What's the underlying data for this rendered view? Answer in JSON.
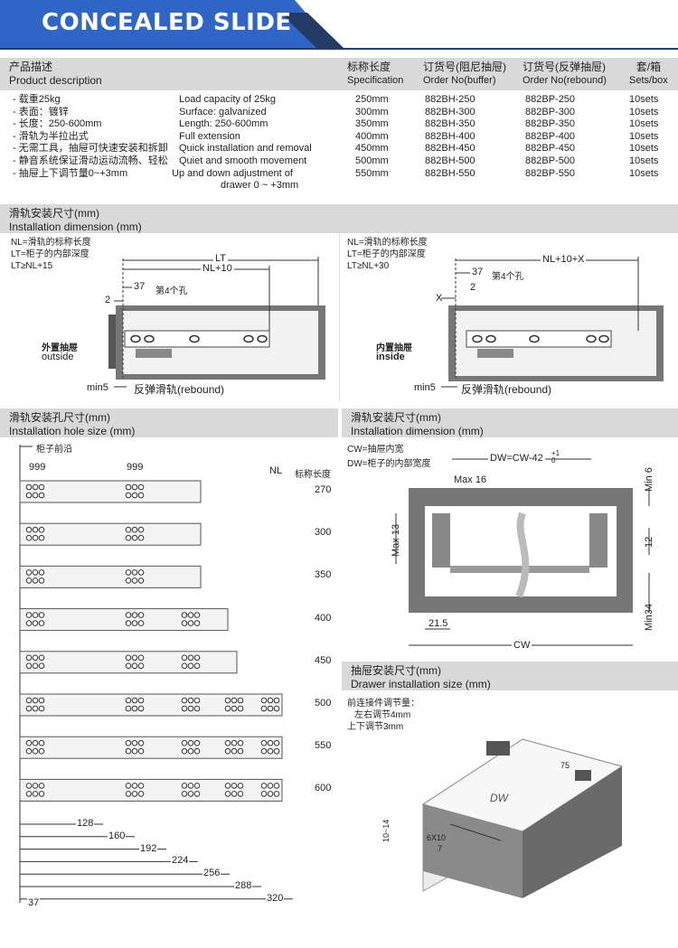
{
  "header": {
    "title": "CONCEALED SLIDE"
  },
  "spec": {
    "desc_cn": "产品描述",
    "desc_en": "Product description",
    "col_spec_cn": "标称长度",
    "col_spec_en": "Specification",
    "col_buf_cn": "订货号(阻尼抽屉)",
    "col_buf_en": "Order No(buffer)",
    "col_reb_cn": "订货号(反弹抽屉)",
    "col_reb_en": "Order No(rebound)",
    "col_sets_cn": "套/箱",
    "col_sets_en": "Sets/box",
    "features_cn": [
      "- 载重25kg",
      "- 表面：镀锌",
      "- 长度：250-600mm",
      "- 滑轨为半拉出式",
      "- 无需工具，抽屉可快速安装和拆卸",
      "- 静音系统保证滑动运动流畅、轻松",
      "- 抽屉上下调节量0~+3mm"
    ],
    "features_en": [
      "Load capacity of 25kg",
      "Surface: galvanized",
      "Length: 250-600mm",
      "Full extension",
      "Quick installation and removal",
      "Quiet and smooth movement",
      "Up and down adjustment of",
      "drawer 0 ~ +3mm"
    ],
    "rows": [
      {
        "spec": "250mm",
        "buf": "882BH-250",
        "reb": "882BP-250",
        "sets": "10sets"
      },
      {
        "spec": "300mm",
        "buf": "882BH-300",
        "reb": "882BP-300",
        "sets": "10sets"
      },
      {
        "spec": "350mm",
        "buf": "882BH-350",
        "reb": "882BP-350",
        "sets": "10sets"
      },
      {
        "spec": "400mm",
        "buf": "882BH-400",
        "reb": "882BP-400",
        "sets": "10sets"
      },
      {
        "spec": "450mm",
        "buf": "882BH-450",
        "reb": "882BP-450",
        "sets": "10sets"
      },
      {
        "spec": "500mm",
        "buf": "882BH-500",
        "reb": "882BP-500",
        "sets": "10sets"
      },
      {
        "spec": "550mm",
        "buf": "882BH-550",
        "reb": "882BP-550",
        "sets": "10sets"
      }
    ]
  },
  "install": {
    "title_cn": "滑轨安装尺寸(mm)",
    "title_en": "Installation dimension (mm)",
    "left": {
      "legend": [
        "NL=滑轨的标称长度",
        "LT=柜子的内部深度",
        "LT≥NL+15"
      ],
      "lt": "LT",
      "nl": "NL+10",
      "d37": "37",
      "hole": "第4个孔",
      "d2": "2",
      "label_cn": "外置抽屉",
      "label_en": "outside",
      "min": "min5",
      "rebound": "反弹滑轨(rebound)"
    },
    "right": {
      "legend": [
        "NL=滑轨的标称长度",
        "LT=柜子的内部深度",
        "LT≥NL+30"
      ],
      "nl": "NL+10+X",
      "d37": "37",
      "hole": "第4个孔",
      "x": "X",
      "d2": "2",
      "label_cn": "内置抽屉",
      "label_en": "inside",
      "min": "min5",
      "rebound": "反弹滑轨(rebound)"
    }
  },
  "holes": {
    "title_cn": "滑轨安装孔尺寸(mm)",
    "title_en": "Installation hole size (mm)",
    "edge": "柜子前沿",
    "nl_label": "NL",
    "nl_cn": "标称长度",
    "d999a": "999",
    "d999b": "999",
    "lengths": [
      "270",
      "300",
      "350",
      "400",
      "450",
      "500",
      "550",
      "600"
    ],
    "dims": [
      "128",
      "160",
      "192",
      "224",
      "256",
      "288",
      "320"
    ],
    "d37": "37"
  },
  "install2": {
    "title_cn": "滑轨安装尺寸(mm)",
    "title_en": "Installation dimension (mm)",
    "cw": "CW=抽屉内宽",
    "dw": "DW=柜子的内部宽度",
    "dw_formula": "DW=CW-42",
    "tol_up": "+1",
    "tol_dn": "0",
    "max16": "Max 16",
    "min6": "Min 6",
    "max13": "Max 13",
    "d12": "12",
    "min34": "Min34",
    "d215": "21.5",
    "cw_label": "CW"
  },
  "drawer": {
    "title_cn": "抽屉安装尺寸(mm)",
    "title_en": "Drawer installation size (mm)",
    "note1": "前连接件调节量：",
    "note2": "左右调节4mm",
    "note3": "上下调节3mm",
    "dw": "DW",
    "d10_14": "10~14",
    "d7": "7",
    "d6x10": "6X10",
    "d75": "75"
  }
}
